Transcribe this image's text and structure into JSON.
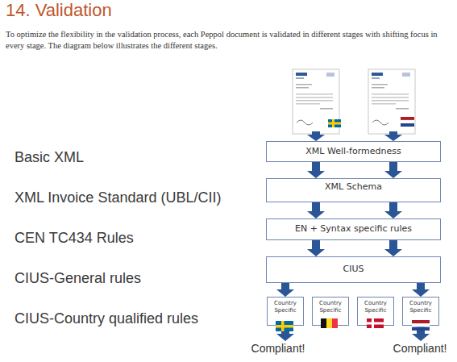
{
  "diagram": {
    "title": "14. Validation",
    "nodes": [
      {
        "text": [
          "XML Well-formedness"
        ]
      },
      {
        "text": [
          "XML Schema"
        ]
      },
      {
        "text": [
          "EN + Syntax specific rules"
        ]
      },
      {
        "text": [
          "CIUS"
        ]
      },
      {
        "text": [
          "Country Specific"
        ]
      },
      {
        "text": [
          "Country Specific"
        ]
      },
      {
        "text": [
          "Country Specific"
        ]
      },
      {
        "text": [
          "Country Specific"
        ]
      }
    ],
    "edges": [
      {
        "from": 0,
        "to": 1,
        "arrow": "to"
      },
      {
        "from": 0,
        "to": 1,
        "arrow": "to"
      },
      {
        "from": 1,
        "to": 2,
        "arrow": "to"
      },
      {
        "from": 1,
        "to": 2,
        "arrow": "to"
      },
      {
        "from": 2,
        "to": 3,
        "arrow": "to"
      },
      {
        "from": 2,
        "to": 3,
        "arrow": "to"
      },
      {
        "from": 3,
        "to": 4,
        "arrow": "to"
      },
      {
        "from": 3,
        "to": 7,
        "arrow": "to"
      }
    ],
    "labels": [
      "To optimize the flexibility in the validation process, each Peppol document is validated in different stages with shifting focus in every stage. The diagram below illustrates the different stages.",
      "Basic XML",
      "XML Invoice Standard (UBL/CII)",
      "CEN TC434 Rules",
      "CIUS-General rules",
      "CIUS-Country qualified rules",
      "Compliant!",
      "Compliant!"
    ]
  }
}
